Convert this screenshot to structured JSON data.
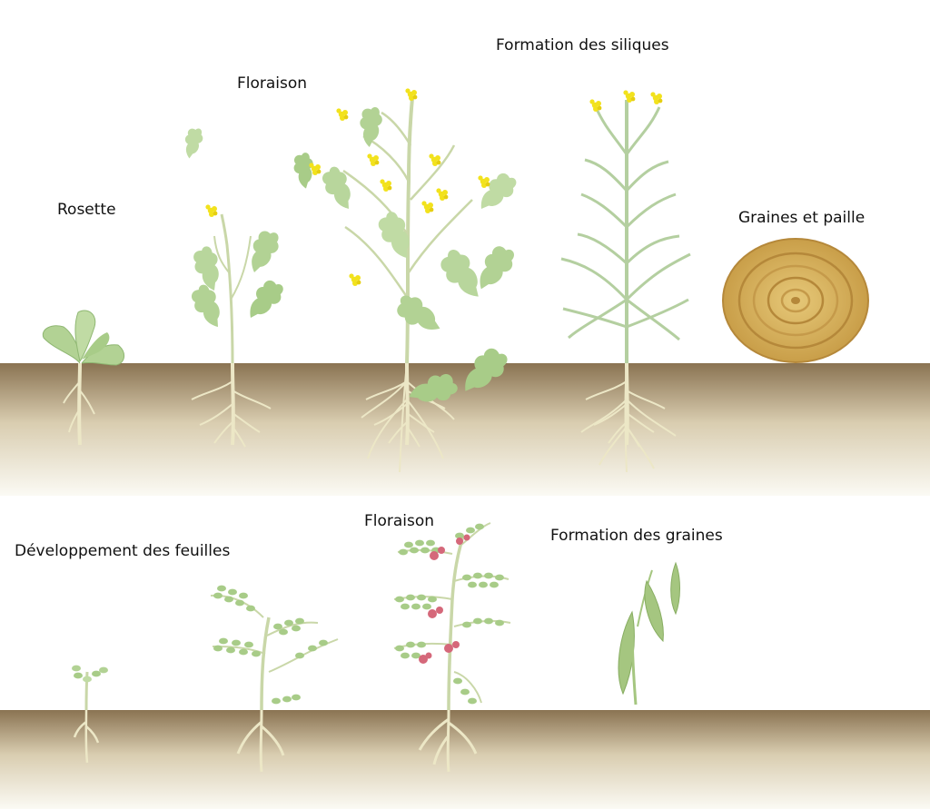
{
  "colors": {
    "soil_top": "#8a7352",
    "soil_bottom": "#fbfaf4",
    "stem": "#c9d7a8",
    "leaf": "#a8cc88",
    "leaf_light": "#e4efd2",
    "root": "#ece7c6",
    "flower_yellow": "#f2e21d",
    "flower_pink": "#d5687a",
    "pod": "#a5c680",
    "straw": "#d6b15a"
  },
  "rows": [
    {
      "crop": "rapeseed",
      "stages": [
        {
          "label": "Rosette"
        },
        {
          "label": "Floraison"
        },
        {
          "label": "Formation des siliques"
        },
        {
          "label": "Graines et paille"
        }
      ]
    },
    {
      "crop": "pea",
      "stages": [
        {
          "label": "Développement des feuilles"
        },
        {
          "label": "Floraison"
        },
        {
          "label": "Formation des graines"
        }
      ]
    }
  ]
}
